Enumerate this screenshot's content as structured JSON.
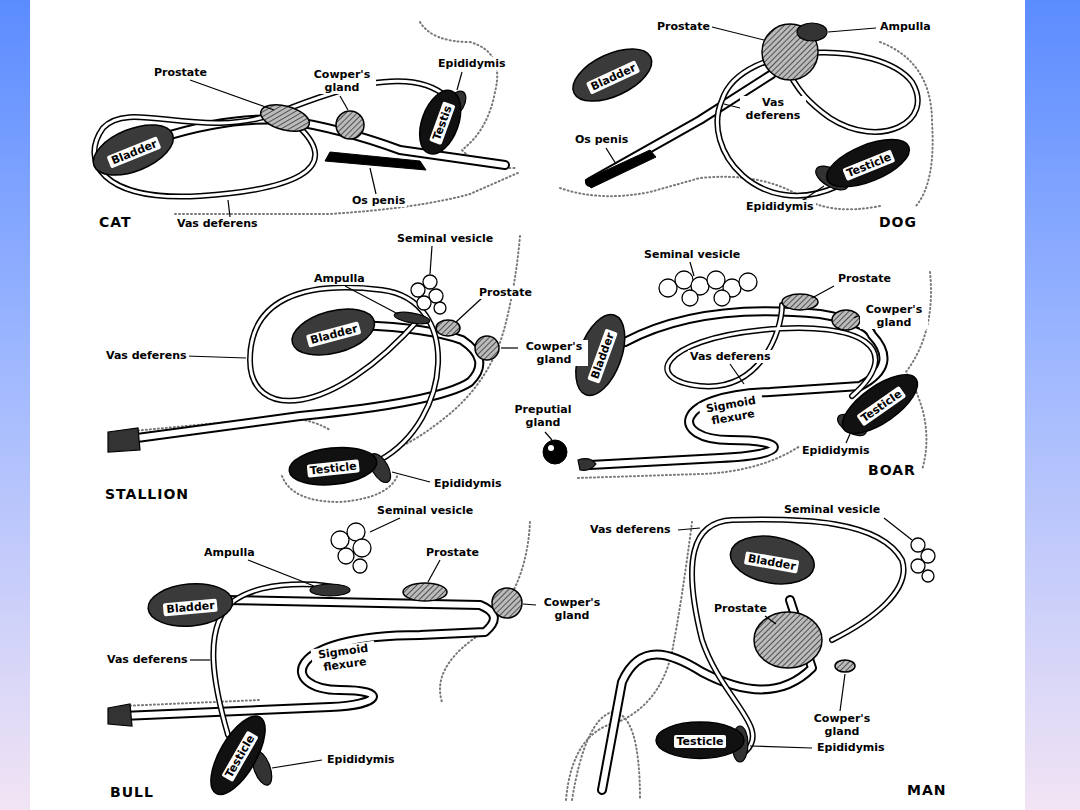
{
  "diagram": {
    "nodes": [
      {
        "text": [
          "Bladder"
        ]
      },
      {
        "text": [
          "Testis"
        ]
      },
      {
        "text": [
          "Bladder"
        ]
      },
      {
        "text": [
          "Testicle"
        ]
      },
      {
        "text": [
          "Bladder"
        ]
      },
      {
        "text": [
          "Testicle"
        ]
      },
      {
        "text": [
          "Bladder"
        ]
      },
      {
        "text": [
          "Testicle"
        ]
      },
      {
        "text": [
          "Bladder"
        ]
      },
      {
        "text": [
          "Testicle"
        ]
      },
      {
        "text": [
          "Bladder"
        ]
      },
      {
        "text": [
          "Testicle"
        ]
      }
    ],
    "labels": [
      "Prostate",
      "Cowper's gland",
      "Epididymis",
      "Vas deferens",
      "Os penis",
      "CAT",
      "Prostate",
      "Ampulla",
      "Vas deferens",
      "Os penis",
      "Epididymis",
      "DOG",
      "Seminal vesicle",
      "Ampulla",
      "Prostate",
      "Vas deferens",
      "Cowper's gland",
      "Epididymis",
      "STALLION",
      "Seminal vesicle",
      "Prostate",
      "Cowper's gland",
      "Vas deferens",
      "Preputial gland",
      "Sigmoid flexure",
      "Epididymis",
      "BOAR",
      "Seminal vesicle",
      "Ampulla",
      "Prostate",
      "Cowper's gland",
      "Vas deferens",
      "Sigmoid flexure",
      "Epididymis",
      "BULL",
      "Vas deferens",
      "Seminal vesicle",
      "Prostate",
      "Cowper's gland",
      "Epididymis",
      "MAN"
    ]
  }
}
